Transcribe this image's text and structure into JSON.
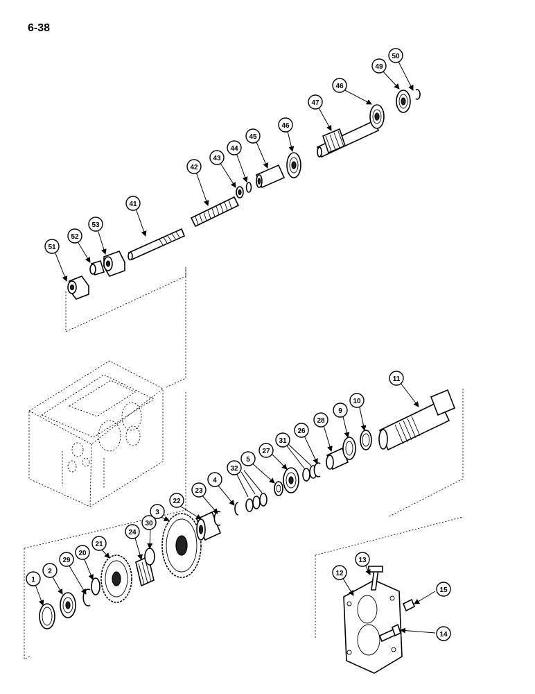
{
  "page": {
    "label": "6-38"
  },
  "callouts": {
    "c1": "1",
    "c2": "2",
    "c3": "3",
    "c4": "4",
    "c5": "5",
    "c9": "9",
    "c10": "10",
    "c11": "11",
    "c12": "12",
    "c13": "13",
    "c14": "14",
    "c15": "15",
    "c20": "20",
    "c21": "21",
    "c22": "22",
    "c23": "23",
    "c24": "24",
    "c26": "26",
    "c27": "27",
    "c28": "28",
    "c29": "29",
    "c30": "30",
    "c31": "31",
    "c32": "32",
    "c41": "41",
    "c42": "42",
    "c43": "43",
    "c44": "44",
    "c45": "45",
    "c46a": "46",
    "c46b": "46",
    "c47": "47",
    "c49": "49",
    "c50": "50",
    "c51": "51",
    "c52": "52",
    "c53": "53"
  }
}
